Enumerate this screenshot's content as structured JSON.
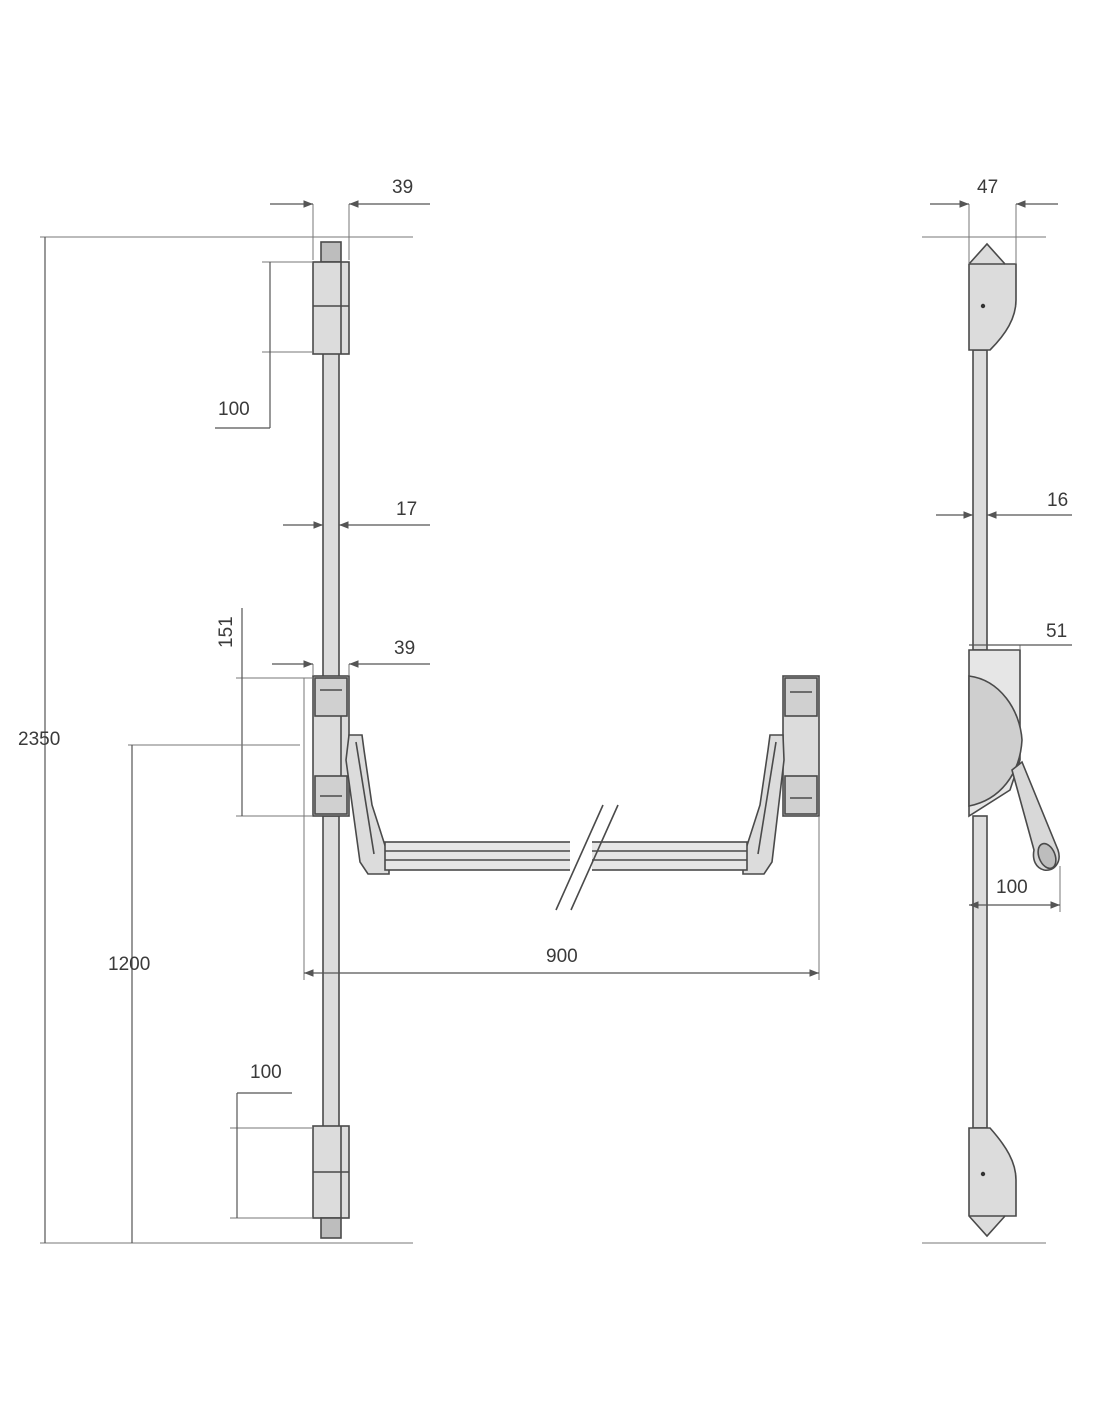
{
  "colors": {
    "line": "#4a4a4a",
    "dimension_line": "#555555",
    "part_fill": "#dcdcdc",
    "part_fill_dark": "#bdbdbd",
    "background": "#ffffff"
  },
  "front_view": {
    "dimensions": {
      "top_bolt_width": "39",
      "top_bolt_height": "100",
      "rod_width": "17",
      "center_case_height": "151",
      "center_case_width": "39",
      "total_height": "2350",
      "handle_height": "1200",
      "bar_length": "900",
      "bottom_bolt_height": "100"
    }
  },
  "side_view": {
    "dimensions": {
      "bolt_depth": "47",
      "rod_depth": "16",
      "case_depth": "51",
      "handle_projection": "100"
    }
  }
}
